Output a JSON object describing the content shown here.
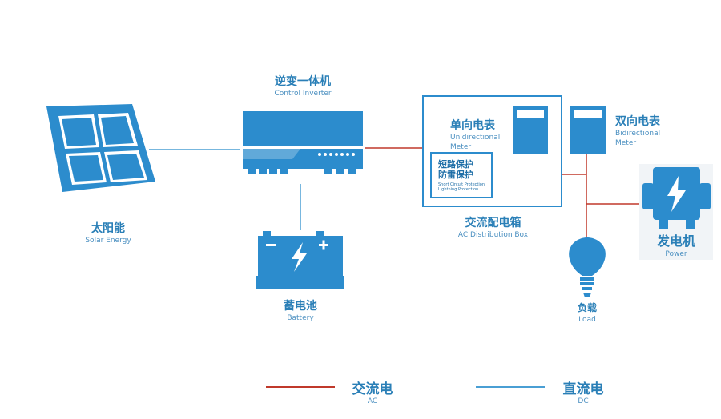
{
  "components": {
    "solar": {
      "cn": "太阳能",
      "en": "Solar Energy"
    },
    "inverter": {
      "cn": "逆变一体机",
      "en": "Control Inverter"
    },
    "battery": {
      "cn": "蓄电池",
      "en": "Battery"
    },
    "distribution_box": {
      "cn": "交流配电箱",
      "en": "AC Distribution Box"
    },
    "uni_meter": {
      "cn": "单向电表",
      "en_line1": "Unidirectional",
      "en_line2": "Meter"
    },
    "protection": {
      "cn_line1": "短路保护",
      "cn_line2": "防雷保护",
      "en_line1": "Short Circuit Protection",
      "en_line2": "Lightning Protection"
    },
    "bi_meter": {
      "cn": "双向电表",
      "en_line1": "Bidirectional",
      "en_line2": "Meter"
    },
    "generator": {
      "cn": "发电机",
      "en": "Power"
    },
    "load": {
      "cn": "负载",
      "en": "Load"
    }
  },
  "legend": {
    "ac": {
      "cn": "交流电",
      "en": "AC"
    },
    "dc": {
      "cn": "直流电",
      "en": "DC"
    }
  },
  "colors": {
    "primary_blue": "#2c8ccd",
    "dc_line": "#4a9fd4",
    "ac_line": "#c0392b"
  }
}
